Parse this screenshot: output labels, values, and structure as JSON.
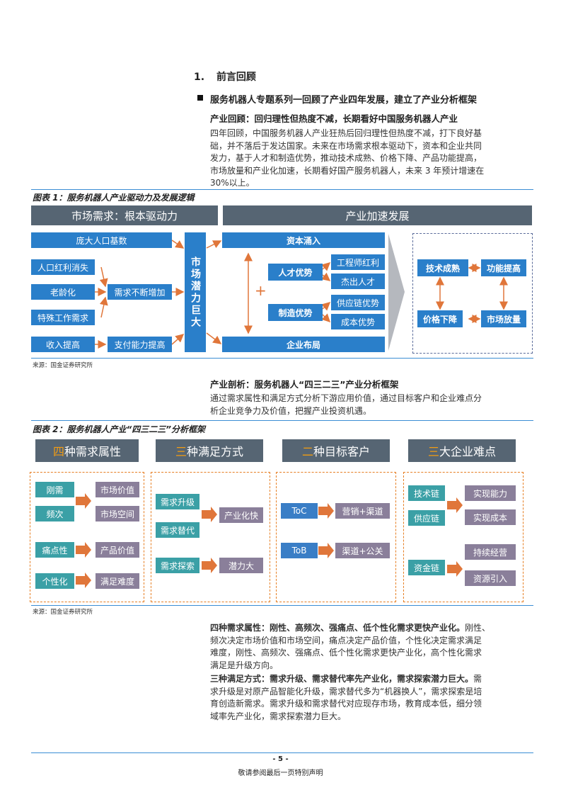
{
  "section": {
    "number": "1.",
    "title": "前言回顾"
  },
  "bullet_title": "服务机器人专题系列一回顾了产业四年发展，建立了产业分析框架",
  "intro": {
    "subtitle": "产业回顾：回归理性但热度不减，长期看好中国服务机器人产业",
    "lines": [
      "四年回顾，中国服务机器人产业狂热后回归理性但热度不减，打下良好基",
      "础，并不落后于发达国家。未来在市场需求根本驱动下，资本和企业共同",
      "发力，基于人才和制造优势，推动技术成熟、价格下降、产品功能提高，",
      "市场放量和产业化加速，长期看好国产服务机器人，未来 3 年预计增速在",
      "30%以上。"
    ]
  },
  "fig1": {
    "title": "图表 1：服务机器人产业驱动力及发展逻辑",
    "left_header": "市场需求：根本驱动力",
    "right_header": "产业加速发展",
    "population": "庞大人口基数",
    "dividend": "人口红利消失",
    "aging": "老龄化",
    "special": "特殊工作需求",
    "income": "收入提高",
    "demand_up": "需求不断增加",
    "pay_up": "支付能力提高",
    "potential": "市场潜力巨大",
    "capital": "资本涌入",
    "talent": "人才优势",
    "manufacturing": "制造优势",
    "engineer": "工程师红利",
    "excellent": "杰出人才",
    "supply": "供应链优势",
    "cost": "成本优势",
    "layout": "企业布局",
    "plus": "+",
    "tech": "技术成熟",
    "function": "功能提高",
    "price": "价格下降",
    "volume": "市场放量",
    "source": "来源：国金证券研究所"
  },
  "analysis": {
    "subtitle": "产业剖析：服务机器人“四三二三”产业分析框架",
    "lines": [
      "通过需求属性和满足方式分析下游应用价值，通过目标客户和企业难点分",
      "析企业竞争力及价值，把握产业投资机遇。"
    ]
  },
  "fig2": {
    "title": "图表 2：服务机器人产业“四三二三”分析框架",
    "headers": [
      {
        "hl": "四",
        "rest": "种需求属性"
      },
      {
        "hl": "三",
        "rest": "种满足方式"
      },
      {
        "hl": "二",
        "rest": "种目标客户"
      },
      {
        "hl": "三",
        "rest": "大企业难点"
      }
    ],
    "c1_left": [
      "刚需",
      "频次",
      "痛点性",
      "个性化"
    ],
    "c1_right": [
      "市场价值",
      "市场空间",
      "产品价值",
      "满足难度"
    ],
    "c2_left": [
      "需求升级",
      "需求替代",
      "需求探索"
    ],
    "c2_right": [
      "产业化快",
      "潜力大"
    ],
    "c3_left": [
      "ToC",
      "ToB"
    ],
    "c3_right": [
      "营销+渠道",
      "渠道+公关"
    ],
    "c4_left": [
      "技术链",
      "供应链",
      "资金链"
    ],
    "c4_right": [
      "实现能力",
      "实现成本",
      "持续经营",
      "资源引入"
    ],
    "source": "来源：国金证券研究所"
  },
  "p3": {
    "bold": "四种需求属性：刚性、高频次、强痛点、低个性化需求更快产业化。",
    "lines": [
      "刚性、",
      "频次决定市场价值和市场空间，痛点决定产品价值，个性化决定需求满足",
      "难度，刚性、高频次、强痛点、低个性化需求更快产业化，高个性化需求",
      "满足是升级方向。"
    ]
  },
  "p4": {
    "bold": "三种满足方式：需求升级、需求替代率先产业化，需求探索潜力巨大。",
    "lines": [
      "需",
      "求升级是对原产品智能化升级，需求替代多为“机器换人”，需求探索是培",
      "育创造新需求。需求升级和需求替代对应现存市场，教育成本低，细分领",
      "域率先产业化，需求探索潜力巨大。"
    ]
  },
  "footer": {
    "page": "- 5 -",
    "note": "敬请参阅最后一页特别声明"
  }
}
